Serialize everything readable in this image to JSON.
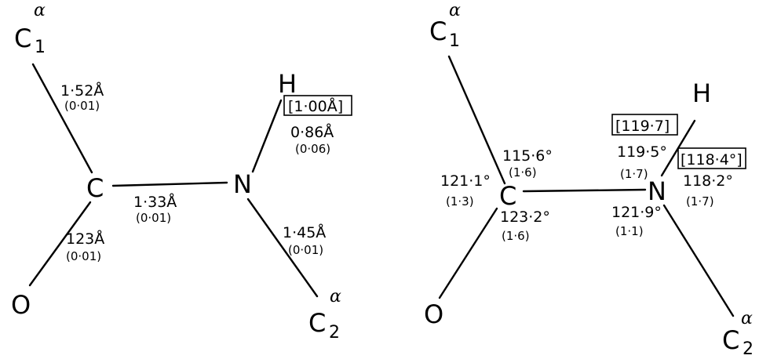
{
  "lengths_panel": {
    "atoms": {
      "c1": {
        "base": "C",
        "sup": "α",
        "sub": "1"
      },
      "c": "C",
      "n": "N",
      "h": "H",
      "o": "O",
      "c2": {
        "base": "C",
        "sup": "α",
        "sub": "2"
      }
    },
    "bonds": {
      "c1_c": {
        "value": "1·52Å",
        "error": "(0·01)"
      },
      "n_h": {
        "bracket": "[1·00Å]",
        "value": "0·86Å",
        "error": "(0·06)"
      },
      "c_n": {
        "value": "1·33Å",
        "error": "(0·01)"
      },
      "c_o": {
        "value": "123Å",
        "error": "(0·01)"
      },
      "n_c2": {
        "value": "1·45Å",
        "error": "(0·01)"
      }
    }
  },
  "angles_panel": {
    "atoms": {
      "c1": {
        "base": "C",
        "sup": "α",
        "sub": "1"
      },
      "c": "C",
      "n": "N",
      "h": "H",
      "o": "O",
      "c2": {
        "base": "C",
        "sup": "α",
        "sub": "2"
      }
    },
    "angles": {
      "c1_c_n": {
        "value": "115·6°",
        "error": "(1·6)"
      },
      "c1_c_o": {
        "value": "121·1°",
        "error": "(1·3)"
      },
      "o_c_n": {
        "value": "123·2°",
        "error": "(1·6)"
      },
      "c_n_h": {
        "bracket": "[119·7]",
        "value": "119·5°",
        "error": "(1·7)"
      },
      "h_n_c2": {
        "bracket": "[118·4°]",
        "value": "118·2°",
        "error": "(1·7)"
      },
      "c_n_c2": {
        "value": "121·9°",
        "error": "(1·1)"
      }
    }
  }
}
